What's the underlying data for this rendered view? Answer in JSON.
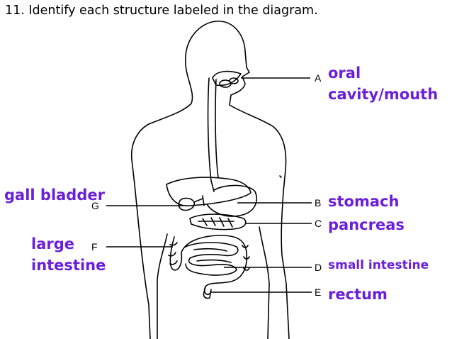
{
  "question": "11. Identify each structure labeled in the diagram.",
  "labels": [
    {
      "letter": "A",
      "answer_line1": "oral",
      "answer_line2": "cavity/mouth"
    },
    {
      "letter": "B",
      "answer": "stomach"
    },
    {
      "letter": "C",
      "answer": "pancreas"
    },
    {
      "letter": "D",
      "answer": "small  intestine"
    },
    {
      "letter": "E",
      "answer": "rectum"
    },
    {
      "letter": "F",
      "answer_line1": "large",
      "answer_line2": "intestine"
    },
    {
      "letter": "G",
      "answer": "gall bladder"
    }
  ],
  "colors": {
    "answer_text": "#6a1fd9",
    "line_art": "#000000"
  }
}
